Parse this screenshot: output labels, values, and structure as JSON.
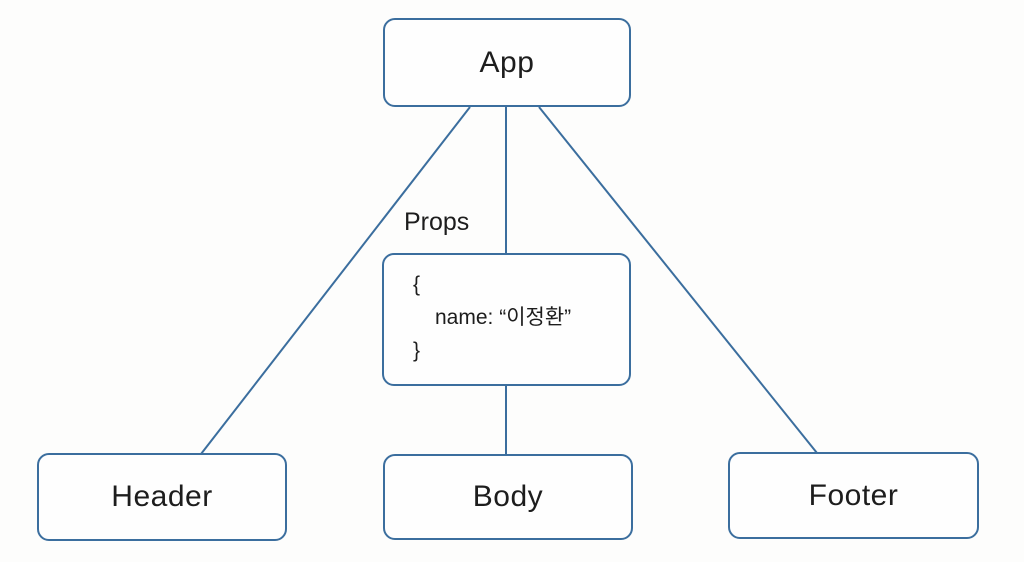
{
  "diagram": {
    "type": "component-tree",
    "nodes": {
      "app": {
        "label": "App"
      },
      "header": {
        "label": "Header"
      },
      "body": {
        "label": "Body"
      },
      "footer": {
        "label": "Footer"
      }
    },
    "props": {
      "label": "Props",
      "code_line1": "{",
      "code_line2": "name: “이정환”",
      "code_line3": "}"
    },
    "edges": [
      {
        "from": "App",
        "to": "Header"
      },
      {
        "from": "App",
        "to": "Props"
      },
      {
        "from": "Props",
        "to": "Body"
      },
      {
        "from": "App",
        "to": "Footer"
      }
    ],
    "colors": {
      "stroke": "#3b6e9e",
      "text": "#1d1d1d",
      "node_fill": "#fefefe",
      "background": "#fdfdfc"
    }
  }
}
